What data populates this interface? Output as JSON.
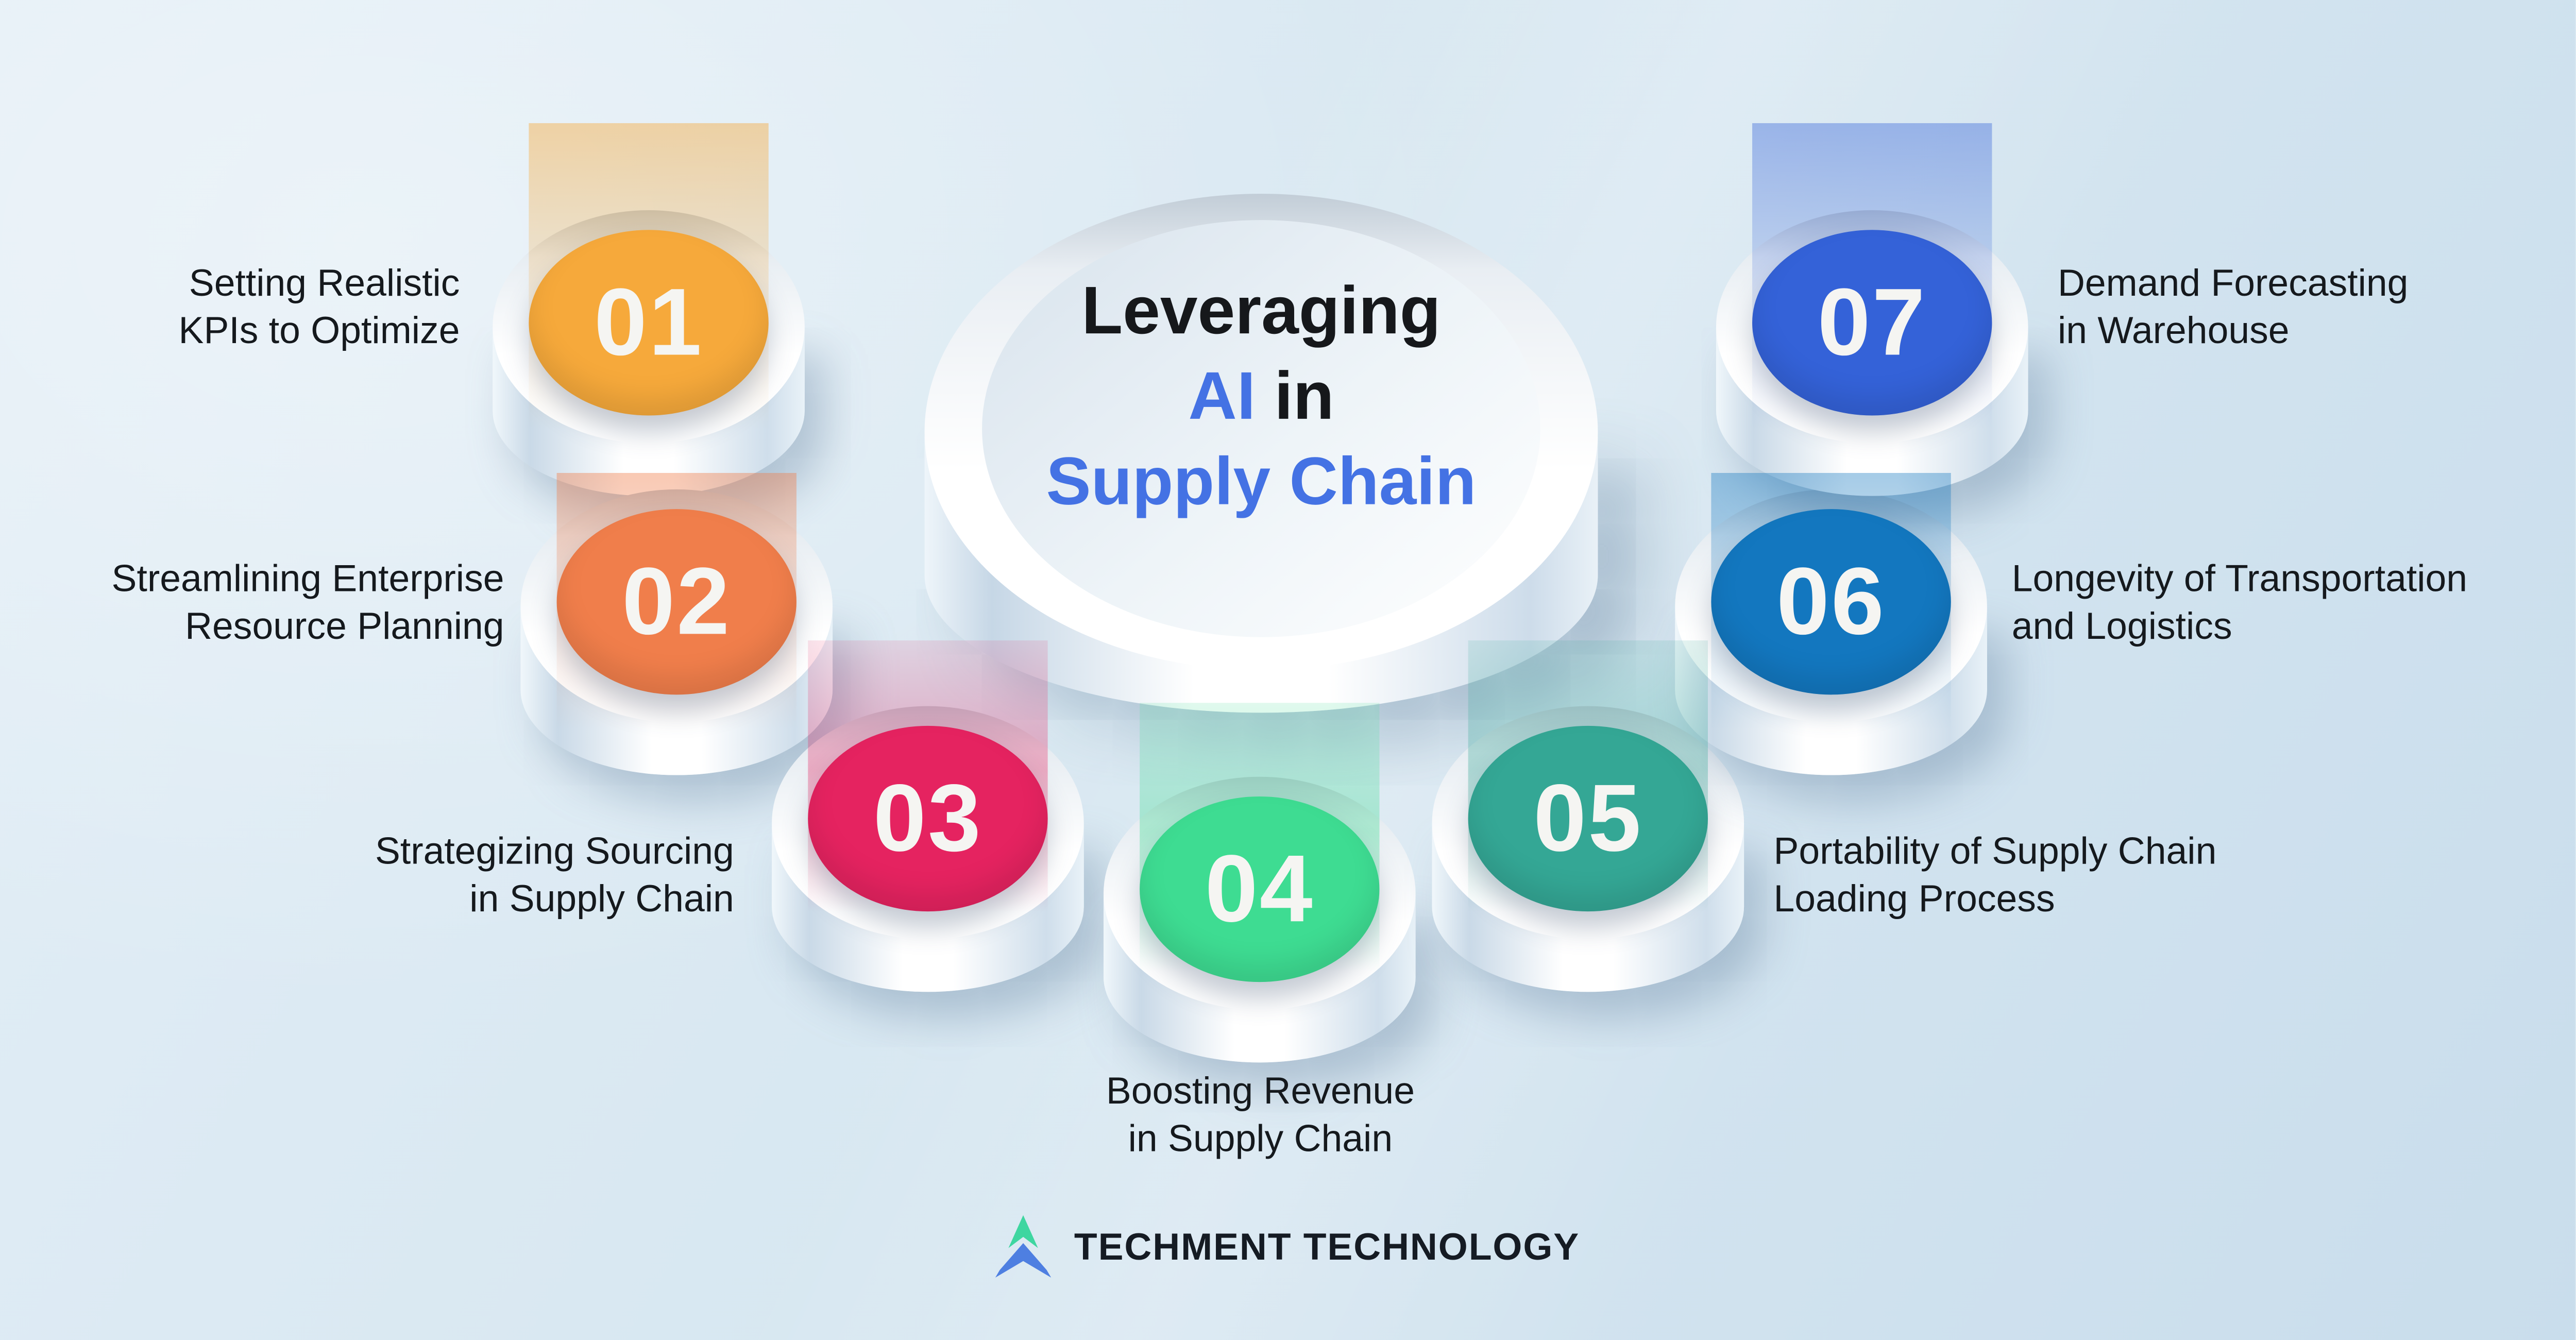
{
  "title": {
    "line1": "Leveraging",
    "line2_accent": "AI",
    "line2_rest": " in",
    "line3": "Supply Chain"
  },
  "items": [
    {
      "number": "01",
      "label_line1": "Setting Realistic",
      "label_line2": "KPIs to Optimize",
      "color": "#F6A93B"
    },
    {
      "number": "02",
      "label_line1": "Streamlining Enterprise",
      "label_line2": "Resource Planning",
      "color": "#F07E4B"
    },
    {
      "number": "03",
      "label_line1": "Strategizing Sourcing",
      "label_line2": "in Supply Chain",
      "color": "#E52360"
    },
    {
      "number": "04",
      "label_line1": "Boosting Revenue",
      "label_line2": "in Supply Chain",
      "color": "#3EDC92"
    },
    {
      "number": "05",
      "label_line1": "Portability of Supply Chain",
      "label_line2": "Loading Process",
      "color": "#34A795"
    },
    {
      "number": "06",
      "label_line1": "Longevity of Transportation",
      "label_line2": "and Logistics",
      "color": "#1377BF"
    },
    {
      "number": "07",
      "label_line1": "Demand Forecasting",
      "label_line2": "in Warehouse",
      "color": "#3462D8"
    }
  ],
  "footer": {
    "brand": "TECHMENT TECHNOLOGY",
    "logo_top_color": "#3ED6A0",
    "logo_bottom_color": "#4E7FE1"
  },
  "colors": {
    "accent_blue": "#4472E4",
    "text": "#15191d",
    "background": "#d8e7f1"
  }
}
